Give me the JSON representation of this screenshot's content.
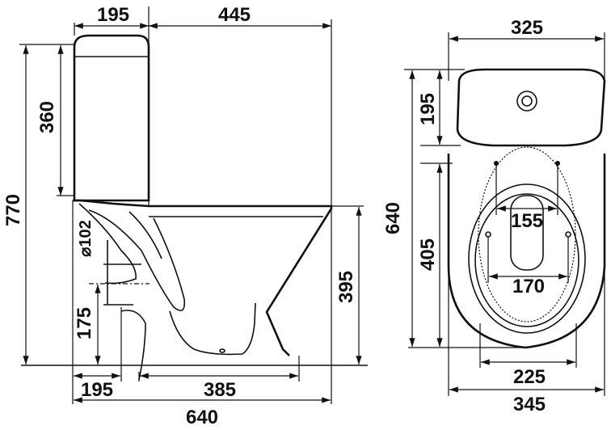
{
  "side_view": {
    "tank_depth": "195",
    "bowl_depth": "445",
    "tank_height": "360",
    "total_height": "770",
    "outlet_diameter": "⌀102",
    "outlet_height": "175",
    "seat_height": "395",
    "outlet_offset": "195",
    "base_length": "385",
    "total_length": "640"
  },
  "top_view": {
    "tank_width": "325",
    "tank_depth": "195",
    "total_length": "640",
    "bowl_length": "405",
    "rear_hole_spacing": "155",
    "front_hole_spacing": "170",
    "base_width": "225",
    "total_width": "345"
  }
}
